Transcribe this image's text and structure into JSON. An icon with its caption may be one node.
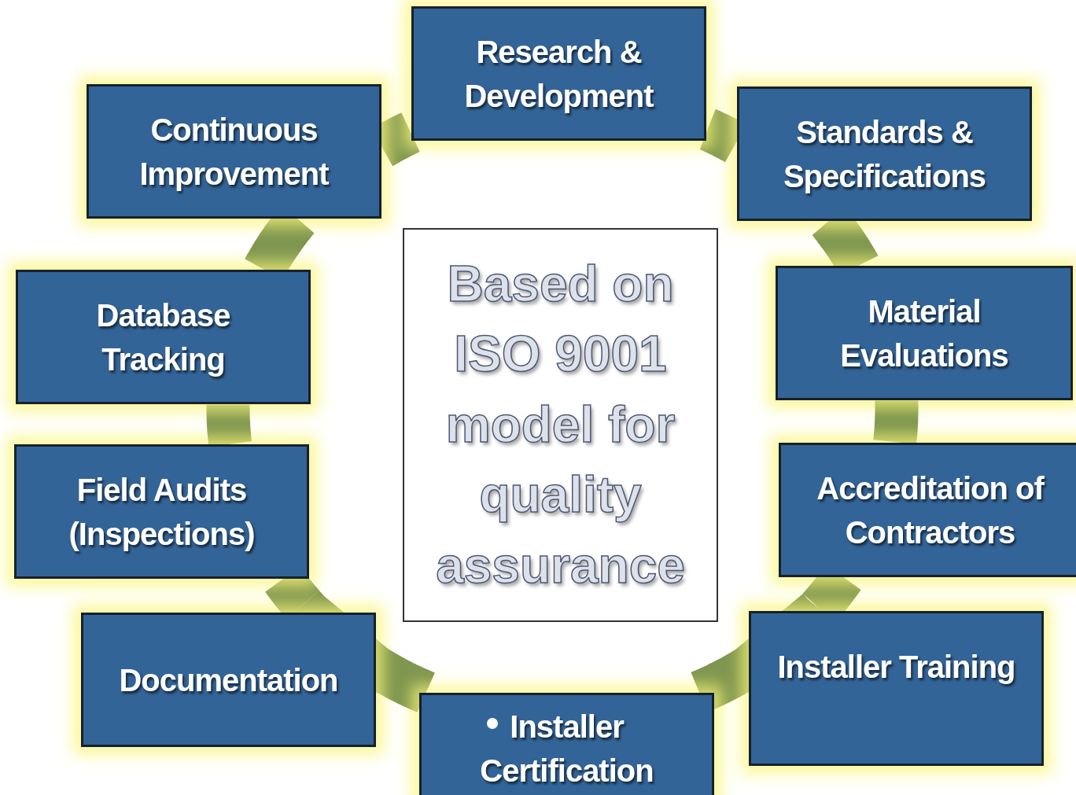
{
  "diagram": {
    "nodes": [
      {
        "text": [
          "Research & Development"
        ]
      },
      {
        "text": [
          "Continuous Improvement"
        ]
      },
      {
        "text": [
          "Standards & Specifications"
        ]
      },
      {
        "text": [
          "Based on ISO 9001 model for quality assurance"
        ]
      },
      {
        "text": [
          "Database Tracking"
        ]
      },
      {
        "text": [
          "Material Evaluations"
        ]
      },
      {
        "text": [
          "Field Audits (Inspections)"
        ]
      },
      {
        "text": [
          "Accreditation of Contractors"
        ]
      },
      {
        "text": [
          "Documentation"
        ]
      },
      {
        "text": [
          "Installer Training"
        ]
      },
      {
        "text": [
          "Installer Certification"
        ]
      }
    ],
    "edges": [
      {
        "from": 0,
        "to": 2,
        "arrow": "none"
      },
      {
        "from": 2,
        "to": 5,
        "arrow": "none"
      },
      {
        "from": 5,
        "to": 7,
        "arrow": "none"
      },
      {
        "from": 7,
        "to": 9,
        "arrow": "none"
      },
      {
        "from": 9,
        "to": 10,
        "arrow": "none"
      },
      {
        "from": 10,
        "to": 8,
        "arrow": "none"
      },
      {
        "from": 8,
        "to": 6,
        "arrow": "none"
      },
      {
        "from": 6,
        "to": 4,
        "arrow": "none"
      },
      {
        "from": 4,
        "to": 1,
        "arrow": "none"
      },
      {
        "from": 1,
        "to": 0,
        "arrow": "none"
      }
    ]
  }
}
